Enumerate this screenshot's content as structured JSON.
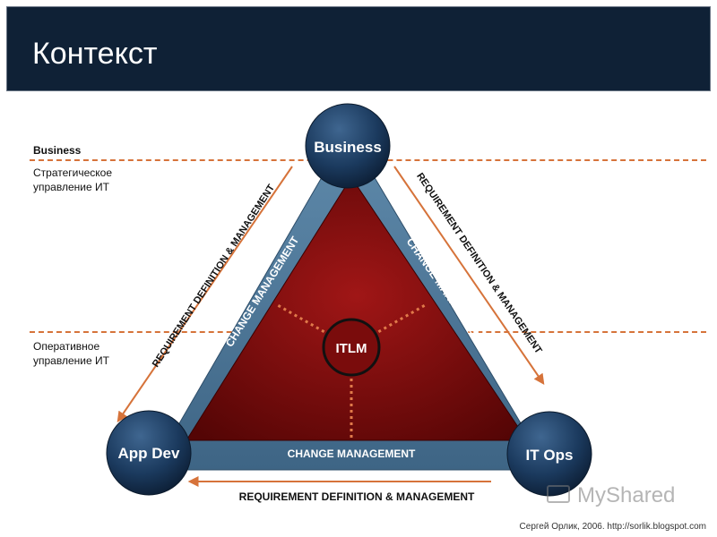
{
  "header": {
    "title": "Контекст"
  },
  "zones": {
    "business_label": "Business",
    "strategic_label_1": "Стратегическое",
    "strategic_label_2": "управление ИТ",
    "operational_label_1": "Оперативное",
    "operational_label_2": "управление ИТ"
  },
  "nodes": {
    "top": "Business",
    "left": "App Dev",
    "right": "IT Ops",
    "center": "ITLM"
  },
  "edges": {
    "inner_label": "CHANGE MANAGEMENT",
    "outer_label": "REQUIREMENT DEFINITION & MANAGEMENT"
  },
  "colors": {
    "header_bg": "#0f2136",
    "node_fill": "#1b3a5e",
    "band": "#5f8aab",
    "triangle": "#7a0c0c",
    "accent_orange": "#d6733a"
  },
  "footer": {
    "credit": "Сергей Орлик, 2006. http://sorlik.blogspot.com"
  },
  "watermark": {
    "text": "MyShared"
  }
}
